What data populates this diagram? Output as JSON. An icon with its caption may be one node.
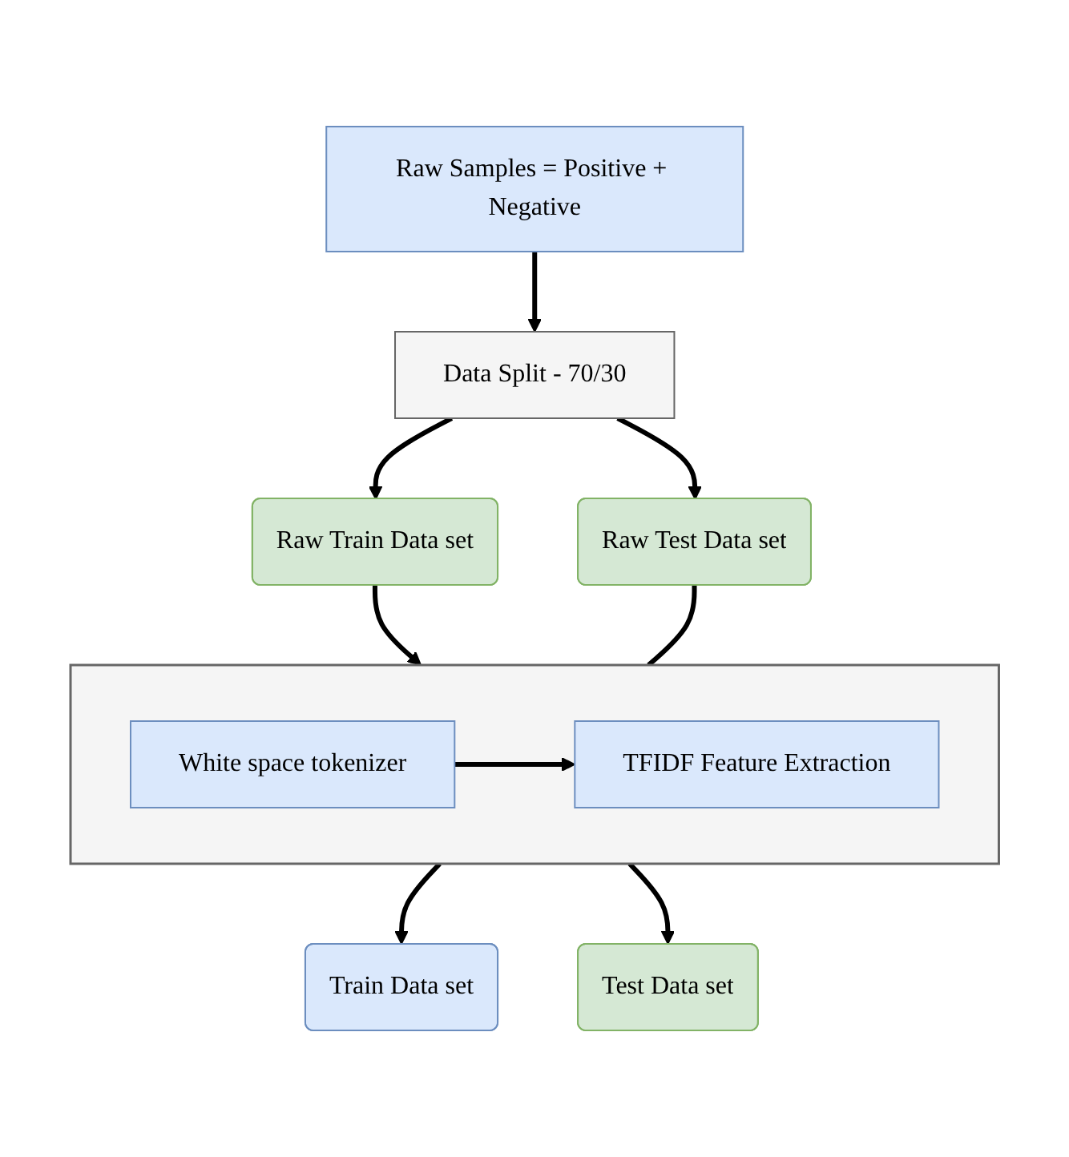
{
  "diagram": {
    "nodes": [
      {
        "text": [
          "Raw Samples = Positive + Negative"
        ]
      },
      {
        "text": [
          "Data Split - 70/30"
        ]
      },
      {
        "text": [
          "Raw Train Data set"
        ]
      },
      {
        "text": [
          "Raw Test Data set"
        ]
      },
      {
        "text": [],
        "shape": "box"
      },
      {
        "text": [
          "White space tokenizer"
        ],
        "in": 4
      },
      {
        "text": [
          "TFIDF Feature Extraction"
        ],
        "in": 4
      },
      {
        "text": [
          "Train Data set"
        ]
      },
      {
        "text": [
          "Test Data set"
        ]
      }
    ],
    "edges": [
      {
        "from": 0,
        "to": 1,
        "arrow": "to"
      },
      {
        "from": 1,
        "to": 2,
        "arrow": "to"
      },
      {
        "from": 1,
        "to": 3,
        "arrow": "to"
      },
      {
        "from": 2,
        "to": 4,
        "arrow": "to"
      },
      {
        "from": 3,
        "to": 4,
        "arrow": "none"
      },
      {
        "from": 5,
        "to": 6,
        "arrow": "to"
      },
      {
        "from": 4,
        "to": 7,
        "arrow": "to"
      },
      {
        "from": 4,
        "to": 8,
        "arrow": "to"
      }
    ]
  }
}
